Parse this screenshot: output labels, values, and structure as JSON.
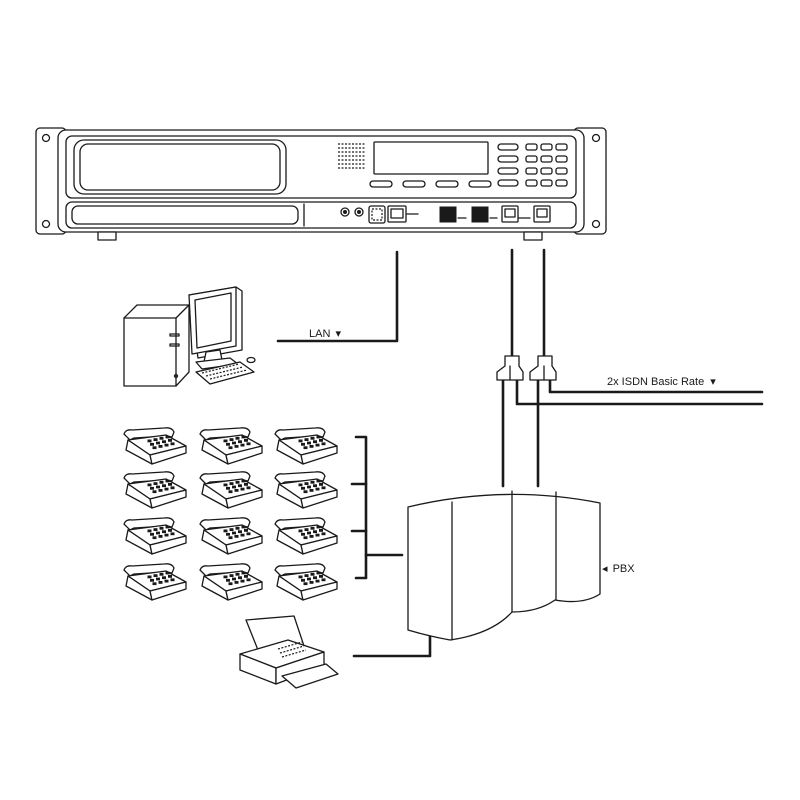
{
  "labels": {
    "lan": "LAN",
    "isdn": "2x ISDN Basic Rate",
    "pbx": "PBX"
  },
  "markers": {
    "down": "▾",
    "left": "◂"
  },
  "devices": {
    "phone_count": 12
  }
}
